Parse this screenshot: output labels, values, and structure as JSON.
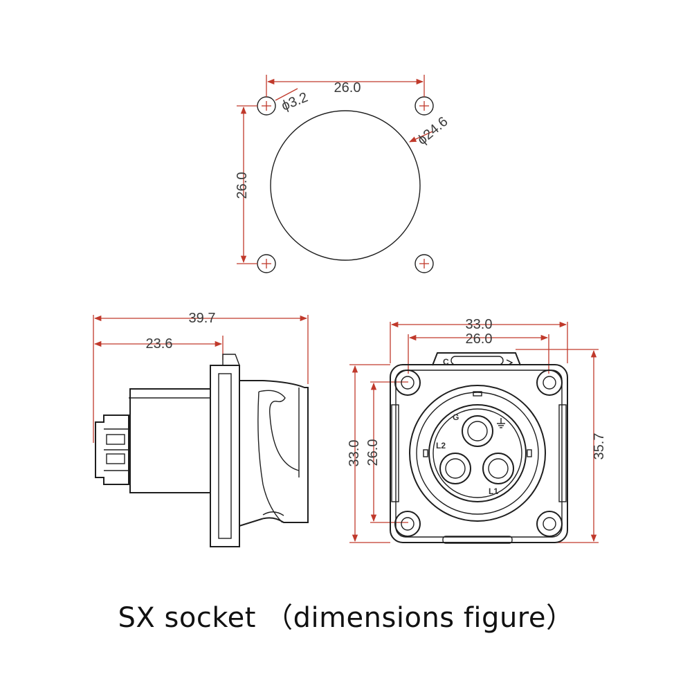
{
  "caption": "SX socket （dimensions figure）",
  "panel_cutout": {
    "hole_pitch_h": "26.0",
    "hole_pitch_v": "26.0",
    "hole_diameter": "ϕ3.2",
    "center_hole_diameter": "ϕ24.6"
  },
  "side_view": {
    "overall_length": "39.7",
    "rear_length": "23.6"
  },
  "front_view": {
    "flange_width": "33.0",
    "hole_pitch_h": "26.0",
    "flange_height": "33.0",
    "hole_pitch_v": "26.0",
    "overall_height": "35.7",
    "pin_label_l1": "L1",
    "pin_label_l2": "L2"
  },
  "colors": {
    "dimension_line": "#c0392b",
    "outline": "#1e1e1e"
  }
}
